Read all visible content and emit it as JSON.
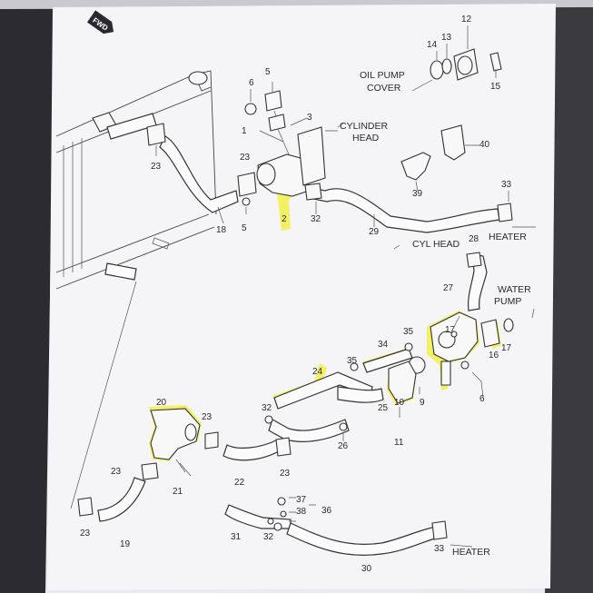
{
  "diagram": {
    "fwd_mark": "FWD",
    "callouts": {
      "oil_pump_cover": [
        "OIL PUMP",
        "COVER"
      ],
      "cylinder_head": [
        "CYLINDER",
        "HEAD"
      ],
      "cyl_head": "CYL HEAD",
      "heater_top": "HEATER",
      "water_pump": [
        "WATER",
        "PUMP"
      ],
      "heater_bottom": "HEATER"
    },
    "part_numbers": [
      "1",
      "2",
      "3",
      "5",
      "6",
      "9",
      "10",
      "11",
      "12",
      "13",
      "14",
      "15",
      "16",
      "17",
      "18",
      "19",
      "20",
      "21",
      "22",
      "23",
      "24",
      "25",
      "26",
      "27",
      "28",
      "29",
      "30",
      "31",
      "32",
      "33",
      "34",
      "35",
      "36",
      "37",
      "38",
      "39",
      "40"
    ],
    "highlight_color": "#f3ef2a",
    "line_color": "#333333"
  }
}
